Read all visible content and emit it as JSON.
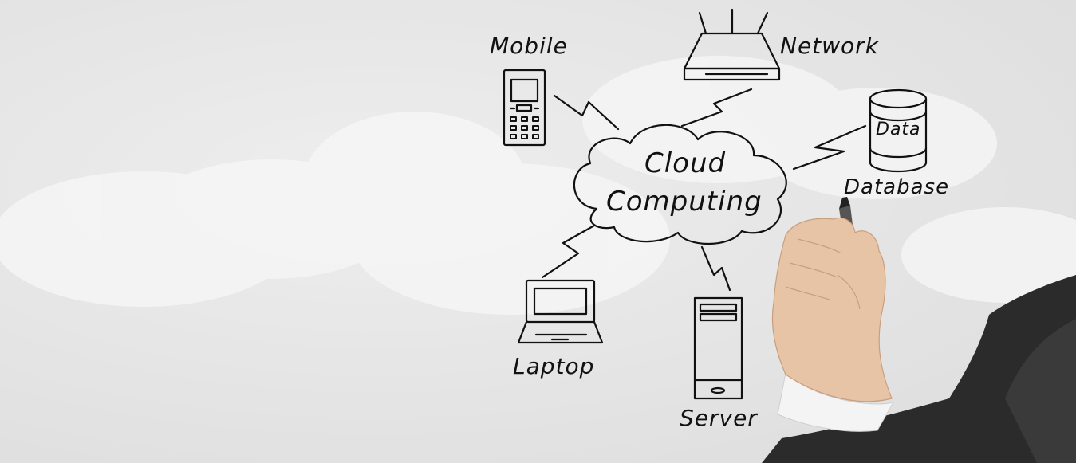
{
  "diagram": {
    "center": {
      "line1": "Cloud",
      "line2": "Computing"
    },
    "nodes": {
      "mobile": "Mobile",
      "network": "Network",
      "database": "Database",
      "data": "Data",
      "laptop": "Laptop",
      "server": "Server"
    },
    "icons": {
      "mobile": "mobile-phone-icon",
      "network": "router-icon",
      "database": "database-cylinder-icon",
      "laptop": "laptop-icon",
      "server": "server-tower-icon"
    }
  },
  "colors": {
    "ink": "#111111",
    "background": "#e6e6e6",
    "suit": "#2b2b2b",
    "skin": "#e8c4a6"
  }
}
